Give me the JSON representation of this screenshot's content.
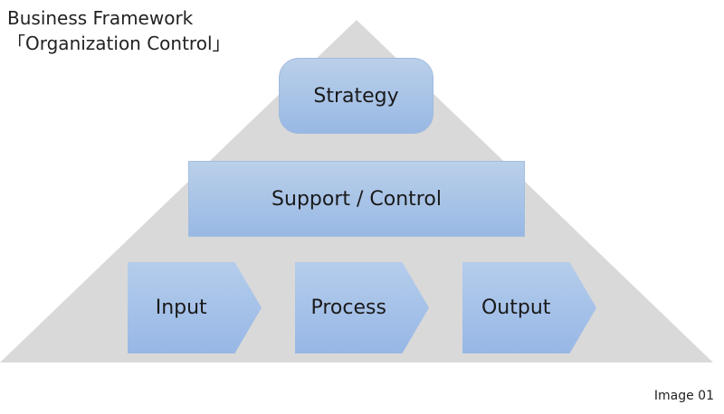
{
  "title": {
    "line1": "Business Framework",
    "line2": "「Organization Control」"
  },
  "levels": {
    "top": "Strategy",
    "middle": "Support / Control",
    "flow": [
      "Input",
      "Process",
      "Output"
    ]
  },
  "footer": "Image 01",
  "colors": {
    "pyramid_fill": "#d9d9d9",
    "box_gradient_top": "#bad0ea",
    "box_gradient_bottom": "#98b8e4",
    "text": "#1a1a1a"
  }
}
